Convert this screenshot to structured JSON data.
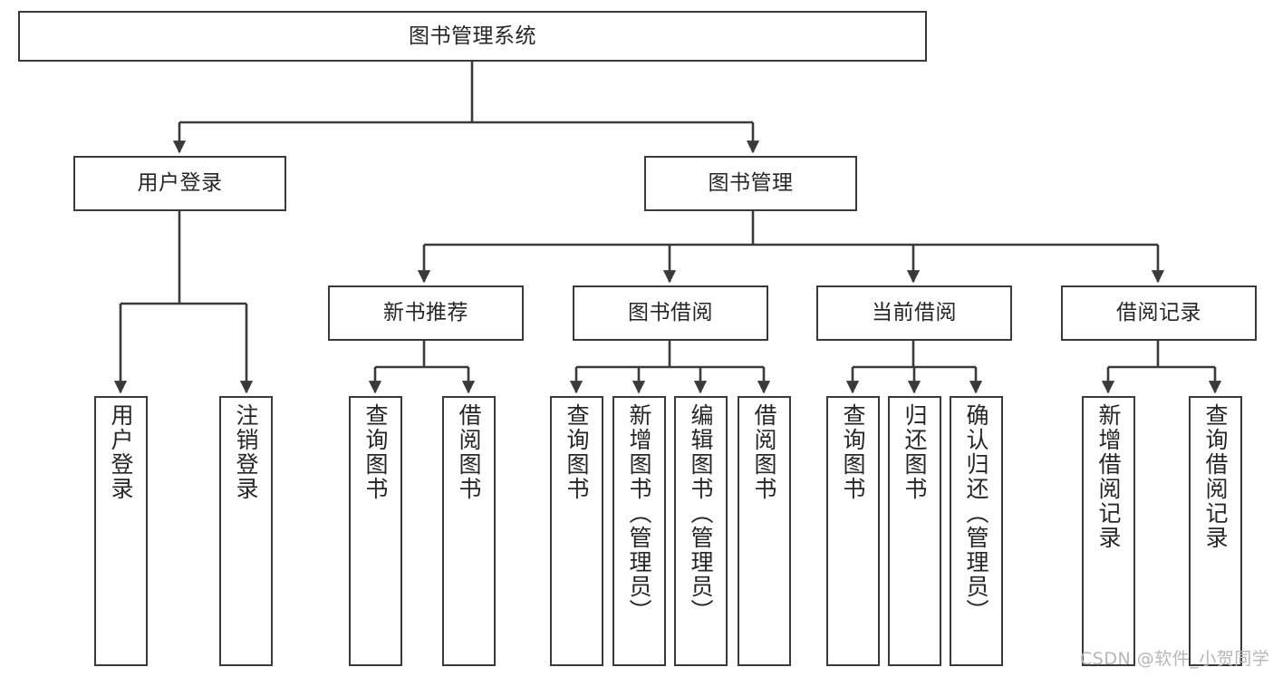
{
  "diagram": {
    "title": "图书管理系统",
    "type": "tree-hierarchy",
    "root": {
      "id": "root",
      "label": "图书管理系统",
      "orientation": "horizontal"
    },
    "level2": [
      {
        "id": "user-login",
        "label": "用户登录",
        "orientation": "horizontal"
      },
      {
        "id": "book-manage",
        "label": "图书管理",
        "orientation": "horizontal"
      }
    ],
    "level3": [
      {
        "id": "new-book-rec",
        "label": "新书推荐",
        "orientation": "horizontal",
        "parent": "book-manage"
      },
      {
        "id": "book-borrow",
        "label": "图书借阅",
        "orientation": "horizontal",
        "parent": "book-manage"
      },
      {
        "id": "current-borrow",
        "label": "当前借阅",
        "orientation": "horizontal",
        "parent": "book-manage"
      },
      {
        "id": "borrow-record",
        "label": "借阅记录",
        "orientation": "horizontal",
        "parent": "book-manage"
      }
    ],
    "leaves": {
      "user_login": [
        {
          "id": "leaf-user-login",
          "label": "用户登录"
        },
        {
          "id": "leaf-logout",
          "label": "注销登录"
        }
      ],
      "new_book_rec": [
        {
          "id": "leaf-query-book-1",
          "label": "查询图书"
        },
        {
          "id": "leaf-borrow-book-1",
          "label": "借阅图书"
        }
      ],
      "book_borrow": [
        {
          "id": "leaf-query-book-2",
          "label": "查询图书"
        },
        {
          "id": "leaf-add-book",
          "label": "新增图书（管理员）"
        },
        {
          "id": "leaf-edit-book",
          "label": "编辑图书（管理员）"
        },
        {
          "id": "leaf-borrow-book-2",
          "label": "借阅图书"
        }
      ],
      "current_borrow": [
        {
          "id": "leaf-query-book-3",
          "label": "查询图书"
        },
        {
          "id": "leaf-return-book",
          "label": "归还图书"
        },
        {
          "id": "leaf-confirm-return",
          "label": "确认归还（管理员）"
        }
      ],
      "borrow_record": [
        {
          "id": "leaf-add-record",
          "label": "新增借阅记录"
        },
        {
          "id": "leaf-query-record",
          "label": "查询借阅记录"
        }
      ]
    }
  },
  "watermark": {
    "text": "CSDN @软件_小贺同学"
  },
  "colors": {
    "stroke": "#3a3a3a",
    "text": "#262626",
    "background": "#ffffff",
    "watermark": "#b6b6b6"
  }
}
